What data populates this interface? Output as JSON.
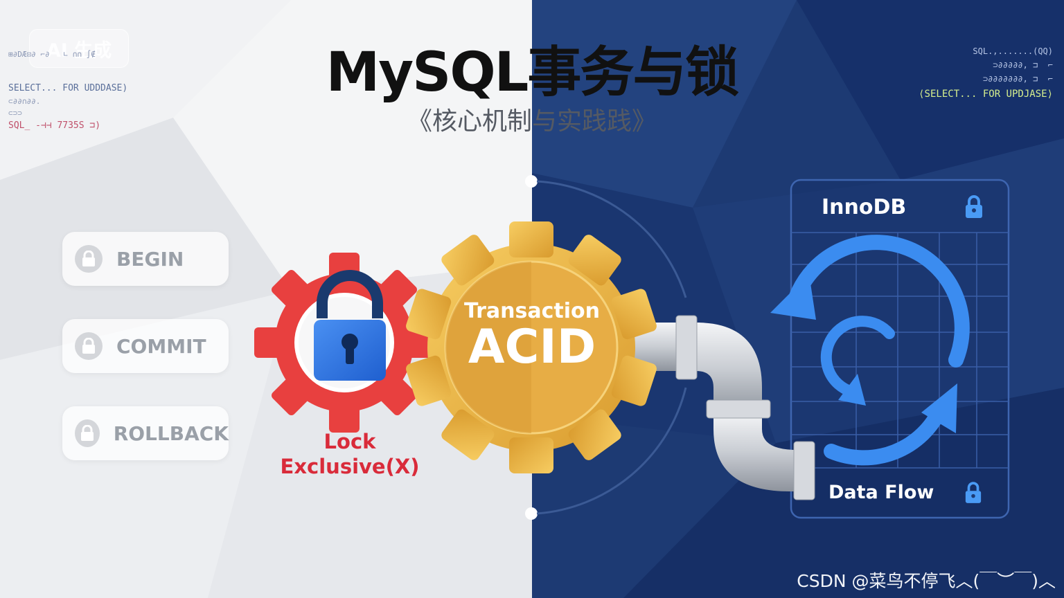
{
  "badge": {
    "text": "AI 生成"
  },
  "header": {
    "title": "MySQL事务与锁",
    "subtitle": "《核心机制与实践践》"
  },
  "code_left": [
    {
      "text": "SELECT... FOR  UDDDASE)"
    },
    {
      "text": "SQL_  -⊣⊣ 7735S ⊐)"
    }
  ],
  "code_right": [
    {
      "text": "SQL.,.......(QQ)"
    },
    {
      "text": "⟨SELECT... FOR  UPDJASE⟩"
    }
  ],
  "commands": [
    {
      "label": "BEGIN",
      "icon": "lock-icon"
    },
    {
      "label": "COMMIT",
      "icon": "lock-icon"
    },
    {
      "label": "ROLLBACK",
      "icon": "lock-icon"
    }
  ],
  "lock_gear": {
    "line1": "Lock",
    "line2": "Exclusive(X)",
    "icon": "padlock-icon",
    "gear_color": "#e8403f",
    "lock_color": "#2f7be6"
  },
  "transaction_gear": {
    "title": "Transaction",
    "main": "ACID",
    "gear_color": "#f0bb4a"
  },
  "innodb_panel": {
    "title": "InnoDB",
    "footer": "Data Flow",
    "icons": [
      "lock-icon",
      "refresh-arrows-icon"
    ],
    "arrow_color": "#3b8cf0"
  },
  "watermark": "CSDN @菜鸟不停飞︿(￣︶￣)︿",
  "colors": {
    "left_bg": "#e9ebee",
    "right_bg": "#1d3a73",
    "accent_red": "#d92b3a",
    "accent_yellow": "#f0bb4a",
    "accent_blue": "#3b8cf0"
  }
}
